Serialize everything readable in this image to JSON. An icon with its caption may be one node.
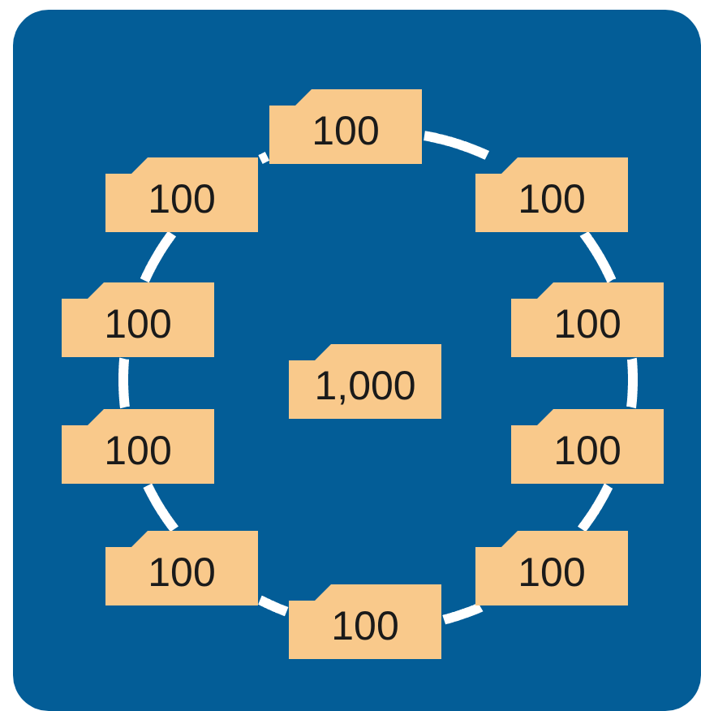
{
  "diagram": {
    "nodes": [
      {
        "text": [
          "100"
        ]
      },
      {
        "text": [
          "100"
        ]
      },
      {
        "text": [
          "100"
        ]
      },
      {
        "text": [
          "100"
        ]
      },
      {
        "text": [
          "100"
        ]
      },
      {
        "text": [
          "1,000"
        ]
      },
      {
        "text": [
          "100"
        ]
      },
      {
        "text": [
          "100"
        ]
      },
      {
        "text": [
          "100"
        ]
      },
      {
        "text": [
          "100"
        ]
      },
      {
        "text": [
          "100"
        ]
      }
    ],
    "edges": [
      {
        "from": 0,
        "to": 2,
        "arrow": "none"
      },
      {
        "from": 2,
        "to": 4,
        "arrow": "none"
      },
      {
        "from": 4,
        "to": 7,
        "arrow": "none"
      },
      {
        "from": 7,
        "to": 9,
        "arrow": "none"
      },
      {
        "from": 9,
        "to": 10,
        "arrow": "none"
      },
      {
        "from": 10,
        "to": 8,
        "arrow": "none"
      },
      {
        "from": 8,
        "to": 6,
        "arrow": "none"
      },
      {
        "from": 6,
        "to": 3,
        "arrow": "none"
      },
      {
        "from": 3,
        "to": 1,
        "arrow": "none"
      },
      {
        "from": 1,
        "to": 0,
        "arrow": "none"
      }
    ]
  }
}
